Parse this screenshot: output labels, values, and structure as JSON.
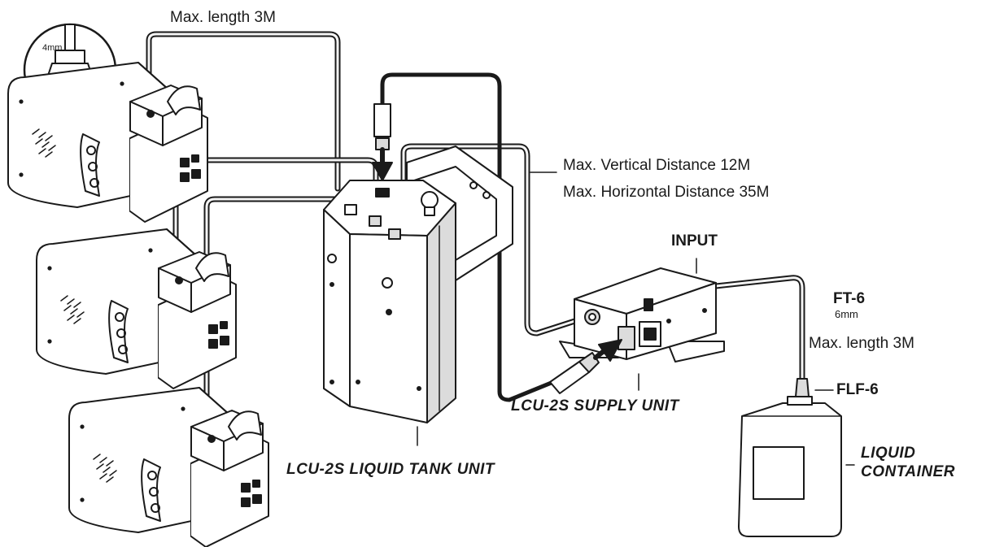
{
  "labels": {
    "max_length_top": "Max. length 3M",
    "magnifier_size": "4mm",
    "max_vertical": "Max. Vertical Distance 12M",
    "max_horizontal": "Max. Horizontal Distance 35M",
    "input": "INPUT",
    "ft6": "FT-6",
    "ft6_size": "6mm",
    "max_length_right": "Max. length 3M",
    "flf6": "FLF-6",
    "supply_unit": "LCU-2S SUPPLY UNIT",
    "tank_unit": "LCU-2S LIQUID TANK UNIT",
    "liquid_container_line1": "LIQUID",
    "liquid_container_line2": "CONTAINER"
  },
  "colors": {
    "line": "#1a1a1a",
    "hose": "#f4f4f4",
    "fill": "#ffffff",
    "shade": "#dcdcdc"
  }
}
